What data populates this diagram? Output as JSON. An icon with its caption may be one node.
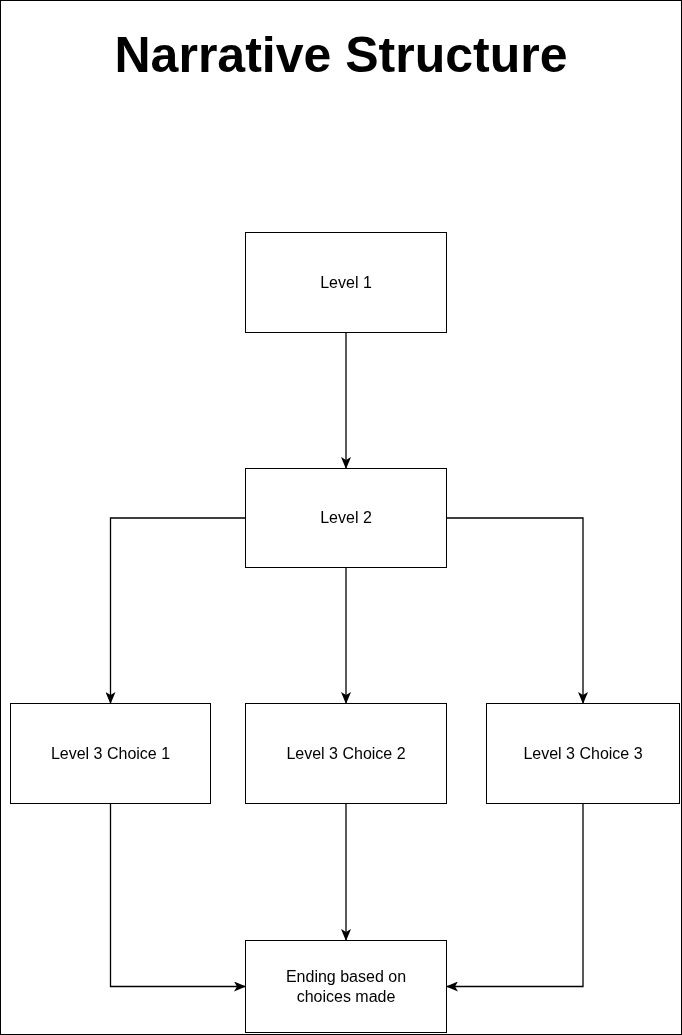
{
  "diagram": {
    "title": "Narrative Structure",
    "nodes": [
      {
        "text": [
          "Level 1"
        ]
      },
      {
        "text": [
          "Level 2"
        ]
      },
      {
        "text": [
          "Level 3 Choice 1"
        ]
      },
      {
        "text": [
          "Level 3 Choice 2"
        ]
      },
      {
        "text": [
          "Level 3 Choice 3"
        ]
      },
      {
        "text": [
          "Ending based on choices made"
        ]
      }
    ],
    "edges": [
      {
        "from": 0,
        "to": 1,
        "arrow": "to"
      },
      {
        "from": 1,
        "to": 2,
        "arrow": "to"
      },
      {
        "from": 1,
        "to": 3,
        "arrow": "to"
      },
      {
        "from": 1,
        "to": 4,
        "arrow": "to"
      },
      {
        "from": 2,
        "to": 5,
        "arrow": "to"
      },
      {
        "from": 3,
        "to": 5,
        "arrow": "to"
      },
      {
        "from": 4,
        "to": 5,
        "arrow": "to"
      }
    ]
  }
}
